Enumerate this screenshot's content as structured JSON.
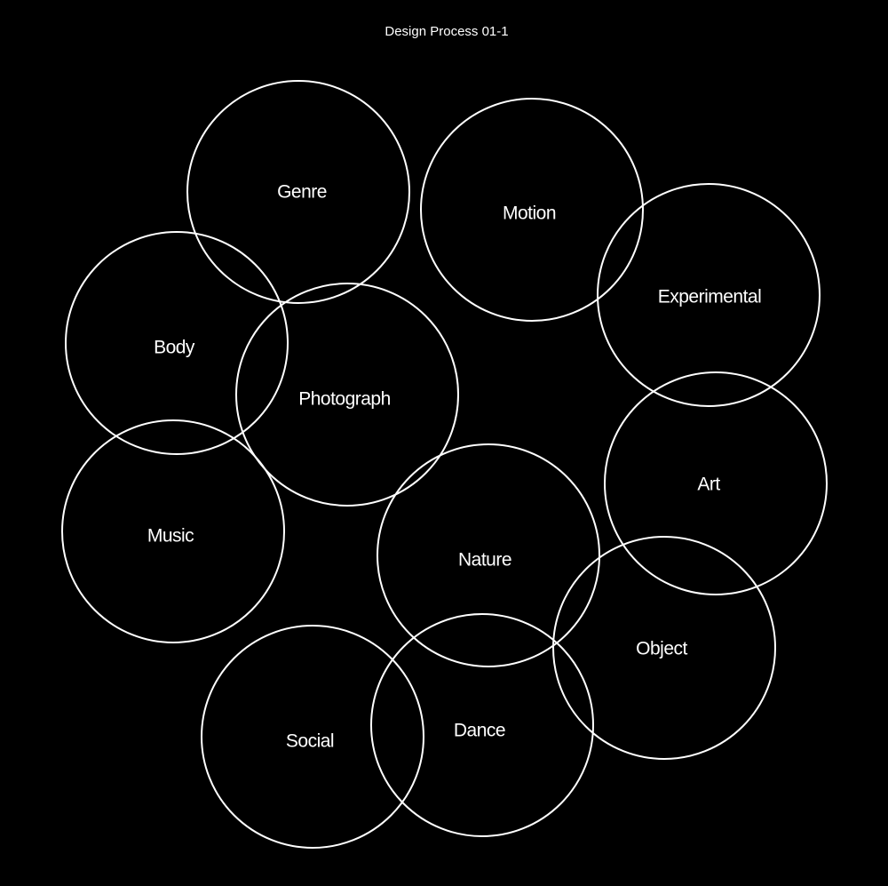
{
  "title": "Design Process 01-1",
  "colors": {
    "background": "#000000",
    "stroke": "#ffffff",
    "text": "#ffffff"
  },
  "circles": [
    {
      "label": "Genre"
    },
    {
      "label": "Motion"
    },
    {
      "label": "Experimental"
    },
    {
      "label": "Body"
    },
    {
      "label": "Photograph"
    },
    {
      "label": "Art"
    },
    {
      "label": "Music"
    },
    {
      "label": "Nature"
    },
    {
      "label": "Object"
    },
    {
      "label": "Social"
    },
    {
      "label": "Dance"
    }
  ]
}
